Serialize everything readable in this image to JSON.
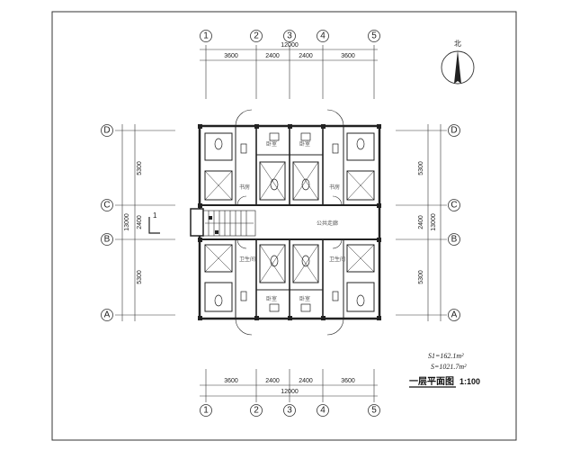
{
  "axes": {
    "columns": [
      "1",
      "2",
      "3",
      "4",
      "5"
    ],
    "rows": [
      "D",
      "C",
      "B",
      "A"
    ]
  },
  "dimensions": {
    "bays": [
      "3600",
      "2400",
      "2400",
      "3600"
    ],
    "total_width": "12000",
    "spans": [
      "5300",
      "2400",
      "5300"
    ],
    "total_depth": "13000"
  },
  "section_mark": "1",
  "north_label": "北",
  "corridor_label": "公共走廊",
  "room_labels": {
    "bedroom": "卧室",
    "bath": "卫生间",
    "study": "书房"
  },
  "areas": {
    "s1": "S1=162.1m²",
    "s": "S=1021.7m²"
  },
  "drawing": {
    "title": "一层平面图",
    "scale": "1:100"
  }
}
